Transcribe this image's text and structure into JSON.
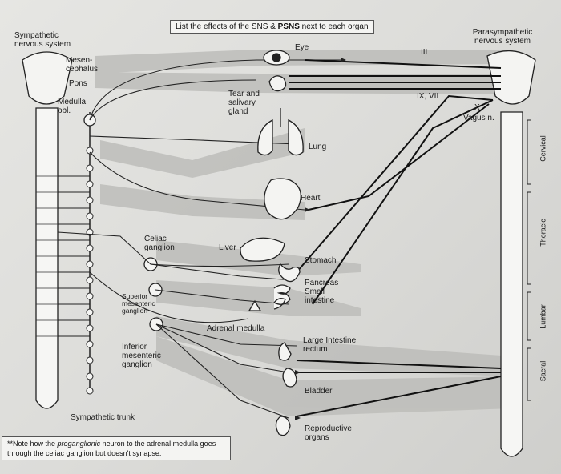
{
  "instruction_prefix": "List the effects of the SNS & ",
  "instruction_bold": "PSNS",
  "instruction_suffix": " next to each organ",
  "sns_title": "Sympathetic nervous system",
  "psns_title": "Parasympathetic nervous system",
  "brain_labels": {
    "mesencephalus": "Mesen- cephalus",
    "pons": "Pons",
    "medulla": "Medulla obl."
  },
  "organs": {
    "eye": "Eye",
    "tear": "Tear and salivary gland",
    "lung": "Lung",
    "heart": "Heart",
    "liver": "Liver",
    "stomach": "Stomach",
    "pancreas": "Pancreas Small intestine",
    "adrenal": "Adrenal medulla",
    "large_intestine": "Large Intestine, rectum",
    "bladder": "Bladder",
    "reproductive": "Reproductive organs"
  },
  "ganglia": {
    "celiac": "Celiac ganglion",
    "superior_mesenteric": "Superior mesenteric ganglion",
    "inferior_mesenteric": "Inferior mesenteric ganglion",
    "trunk": "Sympathetic trunk"
  },
  "cranial_nerves": {
    "iii": "III",
    "ix_vii": "IX, VII",
    "x": "X",
    "vagus": "Vagus n."
  },
  "spinal_regions": {
    "cervical": "Cervical",
    "thoracic": "Thoracic",
    "lumbar": "Lumbar",
    "sacral": "Sacral"
  },
  "note_prefix": "**Note how the ",
  "note_italic": "preganglionic",
  "note_suffix": " neuron to the adrenal medulla goes through the celiac ganglion but doesn't synapse."
}
